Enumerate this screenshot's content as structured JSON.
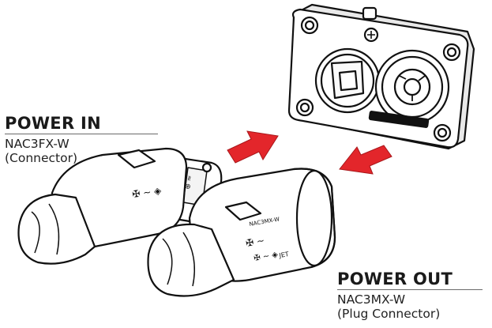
{
  "power_in": {
    "title": "POWER IN",
    "model": "NAC3FX-W",
    "type": "(Connector)"
  },
  "power_out": {
    "title": "POWER OUT",
    "model": "NAC3MX-W",
    "type": "(Plug Connector)"
  },
  "colors": {
    "arrow": "#e3262b",
    "arrow_dark": "#a8171b",
    "outline": "#111111"
  },
  "markings": {
    "connector_model": "NAC3MX-W",
    "brand_mark": "JET"
  }
}
